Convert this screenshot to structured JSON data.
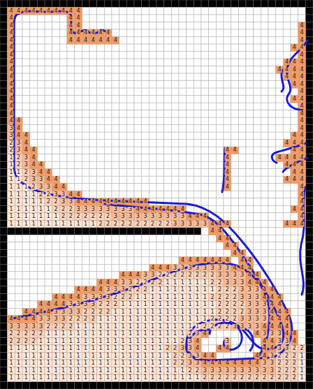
{
  "diagram": {
    "labels": [
      "4",
      "4",
      "4",
      "4",
      "4",
      "4",
      "4",
      "4",
      "4",
      "4",
      "4",
      "4",
      "4",
      "4",
      "4",
      "4",
      "4",
      "4",
      "4",
      "4",
      "4",
      "4",
      "4",
      "4",
      "4",
      "4",
      "4",
      "4",
      "4",
      "4",
      "4",
      "4",
      "4",
      "4",
      "4",
      "4",
      "4",
      "4",
      "4",
      "4",
      "4",
      "4",
      "4",
      "4",
      "4",
      "4",
      "4",
      "4",
      "4",
      "4",
      "4",
      "4",
      "4",
      "4",
      "4",
      "4",
      "4",
      "4",
      "4",
      "4",
      "4",
      "4",
      "4",
      "4",
      "4",
      "4",
      "4",
      "3",
      "4",
      "4",
      "3",
      "4",
      "4",
      "4",
      "4",
      "2",
      "3",
      "4",
      "4",
      "4",
      "4",
      "2",
      "3",
      "4",
      "4",
      "4",
      "4",
      "4",
      "4",
      "1",
      "2",
      "3",
      "4",
      "4",
      "4",
      "4",
      "4",
      "4",
      "1",
      "2",
      "3",
      "4",
      "4",
      "4",
      "4",
      "4",
      "4",
      "1",
      "1",
      "2",
      "3",
      "4",
      "4",
      "4",
      "4",
      "4",
      "1",
      "1",
      "2",
      "3",
      "3",
      "4",
      "4",
      "4",
      "4",
      "4",
      "4",
      "1",
      "1",
      "1",
      "2",
      "3",
      "3",
      "4",
      "4",
      "4",
      "4",
      "1",
      "1",
      "1",
      "1",
      "2",
      "2",
      "3",
      "3",
      "4",
      "4",
      "4",
      "1",
      "1",
      "1",
      "1",
      "1",
      "2",
      "2",
      "3",
      "3",
      "4",
      "4",
      "4",
      "4",
      "4",
      "4",
      "4",
      "4",
      "4",
      "4",
      "4",
      "1",
      "1",
      "1",
      "1",
      "1",
      "1",
      "2",
      "2",
      "2",
      "3",
      "3",
      "3",
      "3",
      "3",
      "3",
      "3",
      "3",
      "4",
      "4",
      "4",
      "4",
      "4",
      "4",
      "4",
      "4",
      "4",
      "1",
      "1",
      "1",
      "1",
      "1",
      "1",
      "1",
      "2",
      "2",
      "2",
      "2",
      "2",
      "2",
      "2",
      "3",
      "3",
      "3",
      "3",
      "3",
      "3",
      "3",
      "3",
      "3",
      "3",
      "4",
      "4",
      "4",
      "4",
      "1",
      "1",
      "1",
      "1",
      "1",
      "1",
      "1",
      "1",
      "1",
      "1",
      "1",
      "1",
      "2",
      "2",
      "2",
      "2",
      "2",
      "2",
      "2",
      "2",
      "2",
      "2",
      "3",
      "3",
      "3",
      "3",
      "3",
      "4",
      "4",
      "4",
      "4",
      "4",
      "4",
      "4",
      "4",
      "4",
      "4",
      "4",
      "4",
      "4",
      "4",
      "4",
      "4",
      "4",
      "4",
      "4",
      "4",
      "4",
      "4",
      "4",
      "4",
      "4",
      "4",
      "3",
      "3",
      "3",
      "3",
      "3",
      "3",
      "3",
      "3",
      "4",
      "4",
      "4",
      "4",
      "4",
      "4",
      "3",
      "3",
      "2",
      "2",
      "2",
      "2",
      "2",
      "2",
      "2",
      "2",
      "3",
      "3",
      "3",
      "3",
      "4",
      "4",
      "4",
      "4",
      "4",
      "3",
      "3",
      "2",
      "2",
      "2",
      "2",
      "1",
      "1",
      "1",
      "1",
      "1",
      "1",
      "2",
      "2",
      "3",
      "3",
      "3",
      "4",
      "4",
      "4",
      "4",
      "4",
      "4",
      "4",
      "3",
      "3",
      "3",
      "2",
      "2",
      "2",
      "1",
      "1",
      "1",
      "1",
      "1",
      "1",
      "1",
      "1",
      "1",
      "2",
      "2",
      "2",
      "3",
      "3",
      "3",
      "4",
      "4",
      "4",
      "4",
      "4",
      "4",
      "3",
      "3",
      "3",
      "3",
      "2",
      "2",
      "2",
      "1",
      "1",
      "1",
      "1",
      "1",
      "1",
      "1",
      "1",
      "1",
      "1",
      "2",
      "2",
      "2",
      "2",
      "3",
      "3",
      "3",
      "4",
      "4",
      "4",
      "4",
      "4",
      "4",
      "4",
      "3",
      "3",
      "3",
      "3",
      "2",
      "2",
      "2",
      "1",
      "1",
      "1",
      "1",
      "1",
      "1",
      "1",
      "1",
      "1",
      "1",
      "1",
      "1",
      "1",
      "2",
      "2",
      "2",
      "2",
      "3",
      "3",
      "3",
      "4",
      "4",
      "4",
      "4",
      "4",
      "4",
      "3",
      "3",
      "3",
      "3",
      "2",
      "2",
      "2",
      "2",
      "1",
      "1",
      "1",
      "1",
      "1",
      "1",
      "1",
      "1",
      "1",
      "1",
      "1",
      "1",
      "1",
      "1",
      "2",
      "2",
      "2",
      "2",
      "3",
      "3",
      "3",
      "4",
      "4",
      "4",
      "4",
      "4",
      "4",
      "4",
      "3",
      "3",
      "3",
      "3",
      "2",
      "2",
      "2",
      "2",
      "1",
      "1",
      "1",
      "1",
      "1",
      "1",
      "1",
      "1",
      "1",
      "1",
      "1",
      "1",
      "1",
      "1",
      "1",
      "2",
      "2",
      "2",
      "2",
      "3",
      "3",
      "3",
      "3",
      "4",
      "4",
      "4",
      "3",
      "3",
      "3",
      "3",
      "3",
      "2",
      "2",
      "2",
      "2",
      "1",
      "1",
      "1",
      "1",
      "1",
      "1",
      "1",
      "1",
      "1",
      "1",
      "1",
      "1",
      "1",
      "1",
      "1",
      "1",
      "1",
      "2",
      "2",
      "2",
      "2",
      "3",
      "3",
      "3",
      "3",
      "4",
      "4",
      "4",
      "4",
      "2",
      "2",
      "2",
      "2",
      "2",
      "1",
      "1",
      "1",
      "1",
      "1",
      "1",
      "1",
      "1",
      "1",
      "1",
      "1",
      "1",
      "1",
      "1",
      "1",
      "1",
      "1",
      "1",
      "1",
      "2",
      "3",
      "4",
      "4",
      "3",
      "3",
      "3",
      "4",
      "4",
      "2",
      "2",
      "2",
      "2",
      "1",
      "1",
      "1",
      "1",
      "1",
      "1",
      "1",
      "1",
      "1",
      "1",
      "1",
      "1",
      "1",
      "1",
      "1",
      "1",
      "1",
      "1",
      "1",
      "2",
      "3",
      "4",
      "3",
      "4",
      "4",
      "3",
      "3",
      "4",
      "1",
      "1",
      "1",
      "1",
      "1",
      "1",
      "1",
      "1",
      "1",
      "1",
      "1",
      "1",
      "1",
      "1",
      "1",
      "1",
      "1",
      "1",
      "1",
      "1",
      "1",
      "2",
      "2",
      "3",
      "3",
      "4",
      "4",
      "4",
      "4",
      "4",
      "3",
      "3",
      "2",
      "2",
      "1",
      "1",
      "1",
      "1",
      "1",
      "1",
      "1",
      "1",
      "1",
      "1",
      "1",
      "1",
      "1",
      "1",
      "1",
      "1",
      "1",
      "1",
      "1",
      "1",
      "1",
      "1",
      "2",
      "2",
      "3",
      "3",
      "4",
      "4",
      "4",
      "4",
      "3",
      "2",
      "2",
      "2",
      "1",
      "1",
      "1",
      "1",
      "1",
      "1",
      "1",
      "1",
      "1",
      "1",
      "1",
      "1",
      "1",
      "1",
      "1",
      "1",
      "1",
      "1",
      "1",
      "1",
      "1",
      "1",
      "1",
      "2",
      "2",
      "3",
      "3",
      "4",
      "4",
      "4",
      "4",
      "4",
      "4",
      "4",
      "4",
      "3",
      "3",
      "2",
      "2",
      "2",
      "1",
      "1",
      "1",
      "1",
      "1",
      "1",
      "1",
      "1",
      "1",
      "1",
      "1",
      "1",
      "1",
      "1",
      "1",
      "1",
      "1",
      "1",
      "1",
      "1",
      "1",
      "1",
      "1",
      "1",
      "1",
      "2",
      "2",
      "3",
      "3",
      "3",
      "3",
      "3",
      "3",
      "3",
      "3",
      "3",
      "3",
      "2",
      "2",
      "2",
      "1",
      "1",
      "1",
      "1",
      "1",
      "1",
      "1",
      "1",
      "1",
      "1",
      "1",
      "1",
      "1",
      "1",
      "1",
      "1",
      "1",
      "1",
      "1",
      "1",
      "1",
      "1",
      "1",
      "1",
      "1",
      "1",
      "1",
      "2",
      "2",
      "2",
      "2",
      "2",
      "2",
      "2",
      "2",
      "2",
      "2",
      "2",
      "2",
      "2",
      "1"
    ]
  }
}
